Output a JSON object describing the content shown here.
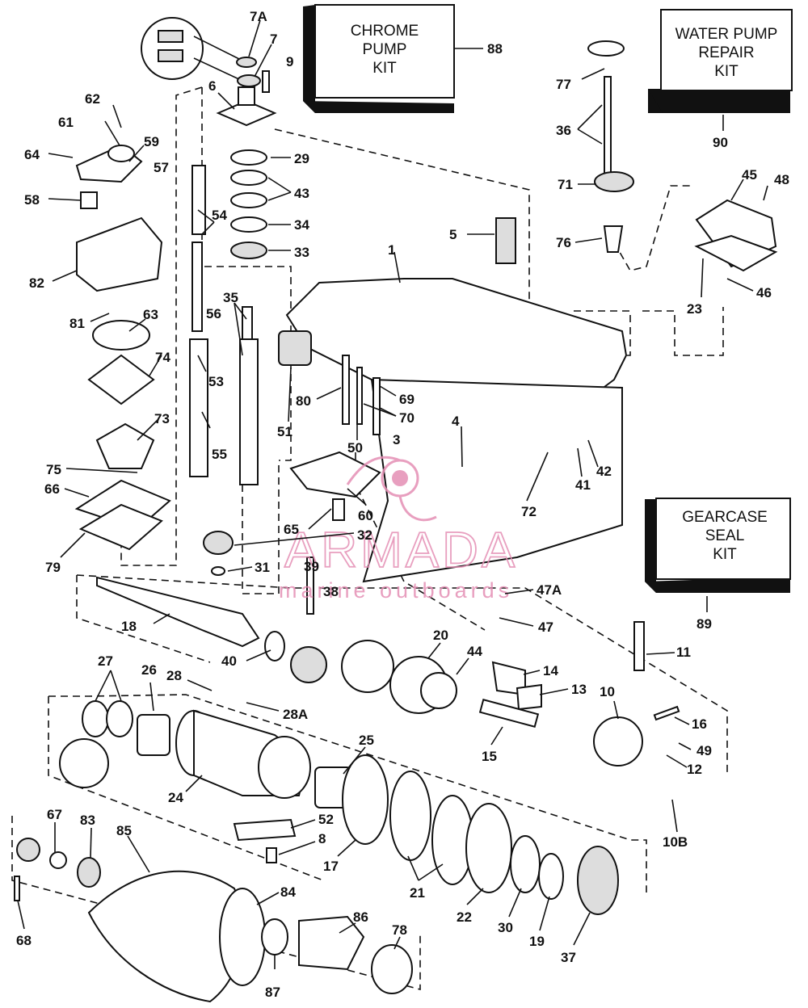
{
  "kits": {
    "chrome_pump": {
      "lines": [
        "CHROME",
        "PUMP",
        "KIT"
      ],
      "ref": "88"
    },
    "water_pump": {
      "lines": [
        "WATER PUMP",
        "REPAIR",
        "KIT"
      ],
      "ref": "90"
    },
    "gearcase_seal": {
      "lines": [
        "GEARCASE",
        "SEAL",
        "KIT"
      ],
      "ref": "89"
    }
  },
  "watermark": {
    "brand": "ARMADA",
    "tagline": "marine outboards",
    "color": "#e58fb5"
  },
  "part_labels": [
    "7A",
    "7",
    "9",
    "6",
    "29",
    "43",
    "34",
    "33",
    "54",
    "35",
    "56",
    "53",
    "55",
    "62",
    "61",
    "59",
    "64",
    "57",
    "58",
    "82",
    "81",
    "63",
    "74",
    "73",
    "75",
    "66",
    "79",
    "77",
    "36",
    "71",
    "76",
    "5",
    "1",
    "45",
    "48",
    "23",
    "46",
    "51",
    "80",
    "69",
    "70",
    "50",
    "3",
    "4",
    "42",
    "41",
    "72",
    "60",
    "65",
    "32",
    "31",
    "39",
    "38",
    "18",
    "40",
    "20",
    "44",
    "14",
    "13",
    "11",
    "10",
    "16",
    "49",
    "12",
    "47A",
    "47",
    "15",
    "27",
    "26",
    "28",
    "28A",
    "25",
    "24",
    "52",
    "8",
    "17",
    "21",
    "22",
    "30",
    "19",
    "37",
    "10B",
    "67",
    "83",
    "85",
    "84",
    "68",
    "86",
    "78",
    "87"
  ]
}
